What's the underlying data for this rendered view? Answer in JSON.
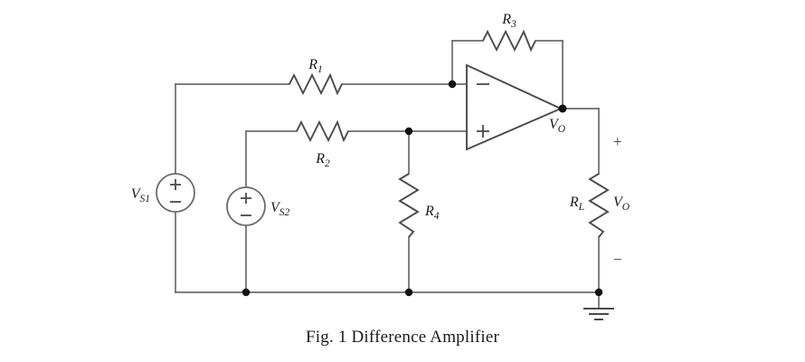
{
  "figure": {
    "caption": "Fig. 1 Difference Amplifier",
    "background_color": "#ffffff",
    "wire_color": "#6b6b6b",
    "component_color": "#4a4a4a",
    "label_color": "#1b1b1b"
  },
  "components": {
    "r1": {
      "name": "R",
      "subscript": "1"
    },
    "r2": {
      "name": "R",
      "subscript": "2"
    },
    "r3": {
      "name": "R",
      "subscript": "3"
    },
    "r4": {
      "name": "R",
      "subscript": "4"
    },
    "rl": {
      "name": "R",
      "subscript": "L"
    },
    "vs1": {
      "name": "V",
      "subscript": "S1"
    },
    "vs2": {
      "name": "V",
      "subscript": "S2"
    },
    "vo_node": {
      "name": "V",
      "subscript": "O"
    },
    "vo_load": {
      "name": "V",
      "subscript": "O"
    }
  },
  "polarity": {
    "vs1_plus": "+",
    "vs1_minus": "−",
    "vs2_plus": "+",
    "vs2_minus": "−",
    "opamp_inverting": "−",
    "opamp_noninverting": "+",
    "load_plus": "+",
    "load_minus": "−"
  },
  "symbols": {
    "ground": "ground-symbol",
    "opamp": "operational-amplifier",
    "source": "independent-voltage-source"
  }
}
